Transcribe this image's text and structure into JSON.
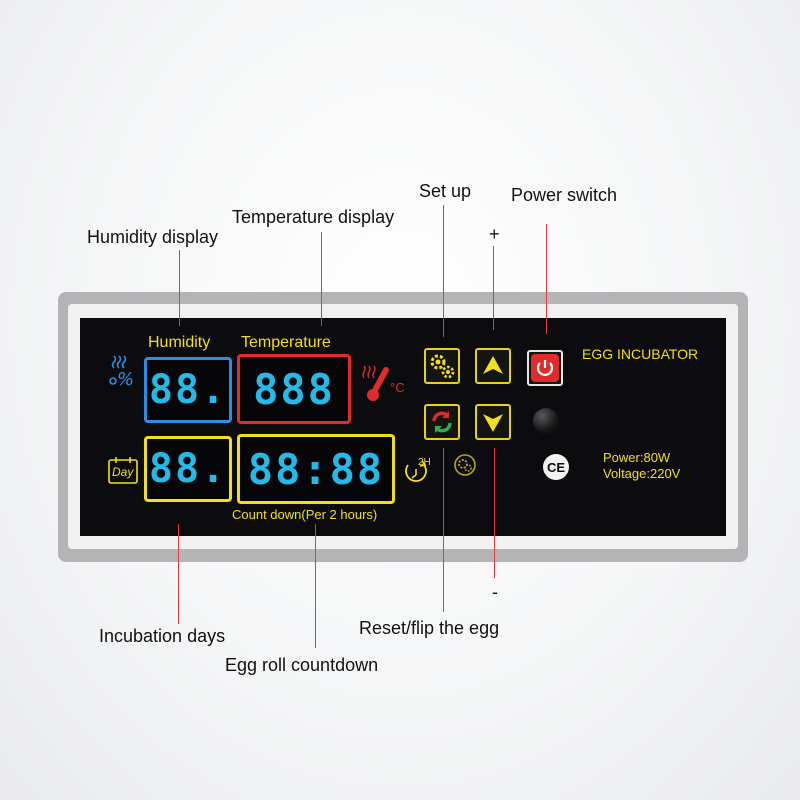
{
  "callouts": {
    "humidity_display": "Humidity display",
    "temperature_display": "Temperature display",
    "set_up": "Set up",
    "power_switch": "Power switch",
    "plus": "+",
    "minus": "-",
    "incubation_days": "Incubation days",
    "egg_roll_countdown": "Egg roll countdown",
    "reset_flip": "Reset/flip the egg"
  },
  "panel": {
    "humidity_label": "Humidity",
    "temperature_label": "Temperature",
    "humidity_value": "88.",
    "temperature_value": "888",
    "days_value": "88.",
    "countdown_value": "88:88",
    "countdown_label": "Count down(Per 2 hours)",
    "day_icon_text": "Day",
    "degree_unit": "°C",
    "percent_symbol": "%",
    "turn_icon_text": "2H",
    "brand": "EGG INCUBATOR",
    "power_spec": "Power:80W",
    "voltage_spec": "Voltage:220V",
    "ce_mark": "CE"
  },
  "colors": {
    "humidity": "#2b8fe6",
    "temperature": "#e02b2b",
    "yellow": "#f2df1f",
    "lcd_digits": "#24b9e6",
    "leader_line": "#e23a3a",
    "panel": "#0c0c0e"
  },
  "icons": {
    "humidity": "humidity-icon",
    "thermometer": "thermometer-icon",
    "calendar": "calendar-day-icon",
    "egg_turn": "egg-turn-icon",
    "settings": "settings-gear-icon",
    "up": "up-arrow-icon",
    "power": "power-icon",
    "reset": "reset-flip-icon",
    "down": "down-arrow-icon",
    "indicator": "indicator-led",
    "small_gear": "small-gear-icon"
  }
}
